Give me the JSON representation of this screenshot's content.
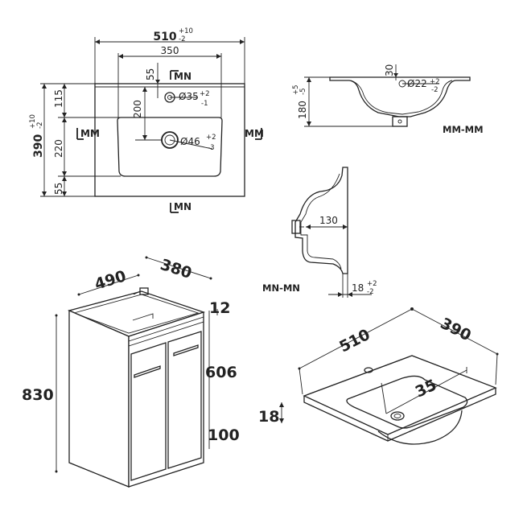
{
  "top_view": {
    "width_total": "510",
    "width_tol_plus": "+10",
    "width_tol_minus": "-2",
    "width_inner": "350",
    "tap_offset": "55",
    "section_mn": "MN",
    "tap_dist": "200",
    "tap_hole": "Ø35",
    "tap_hole_tol_plus": "+2",
    "tap_hole_tol_minus": "-1",
    "drain_hole": "Ø46",
    "drain_tol_plus": "+2",
    "drain_tol_minus": "-3",
    "depth_total": "390",
    "depth_tol_plus": "+10",
    "depth_tol_minus": "-2",
    "seg_top": "115",
    "seg_mid": "220",
    "seg_bot": "55",
    "section_mm": "MM"
  },
  "side_section": {
    "height": "180",
    "height_tol_plus": "+5",
    "height_tol_minus": "-5",
    "rim": "30",
    "overflow_hole": "Ø22",
    "overflow_tol_plus": "+2",
    "overflow_tol_minus": "-2",
    "label": "MM-MM"
  },
  "front_section": {
    "depth": "130",
    "thickness": "18",
    "thick_tol_plus": "+2",
    "thick_tol_minus": "-2",
    "label": "MN-MN"
  },
  "cabinet": {
    "width": "490",
    "depth": "380",
    "top_gap": "12",
    "door_height": "606",
    "total_height": "830",
    "plinth": "100"
  },
  "basin_iso": {
    "width": "510",
    "depth": "390",
    "hole": "35",
    "thickness": "18"
  }
}
